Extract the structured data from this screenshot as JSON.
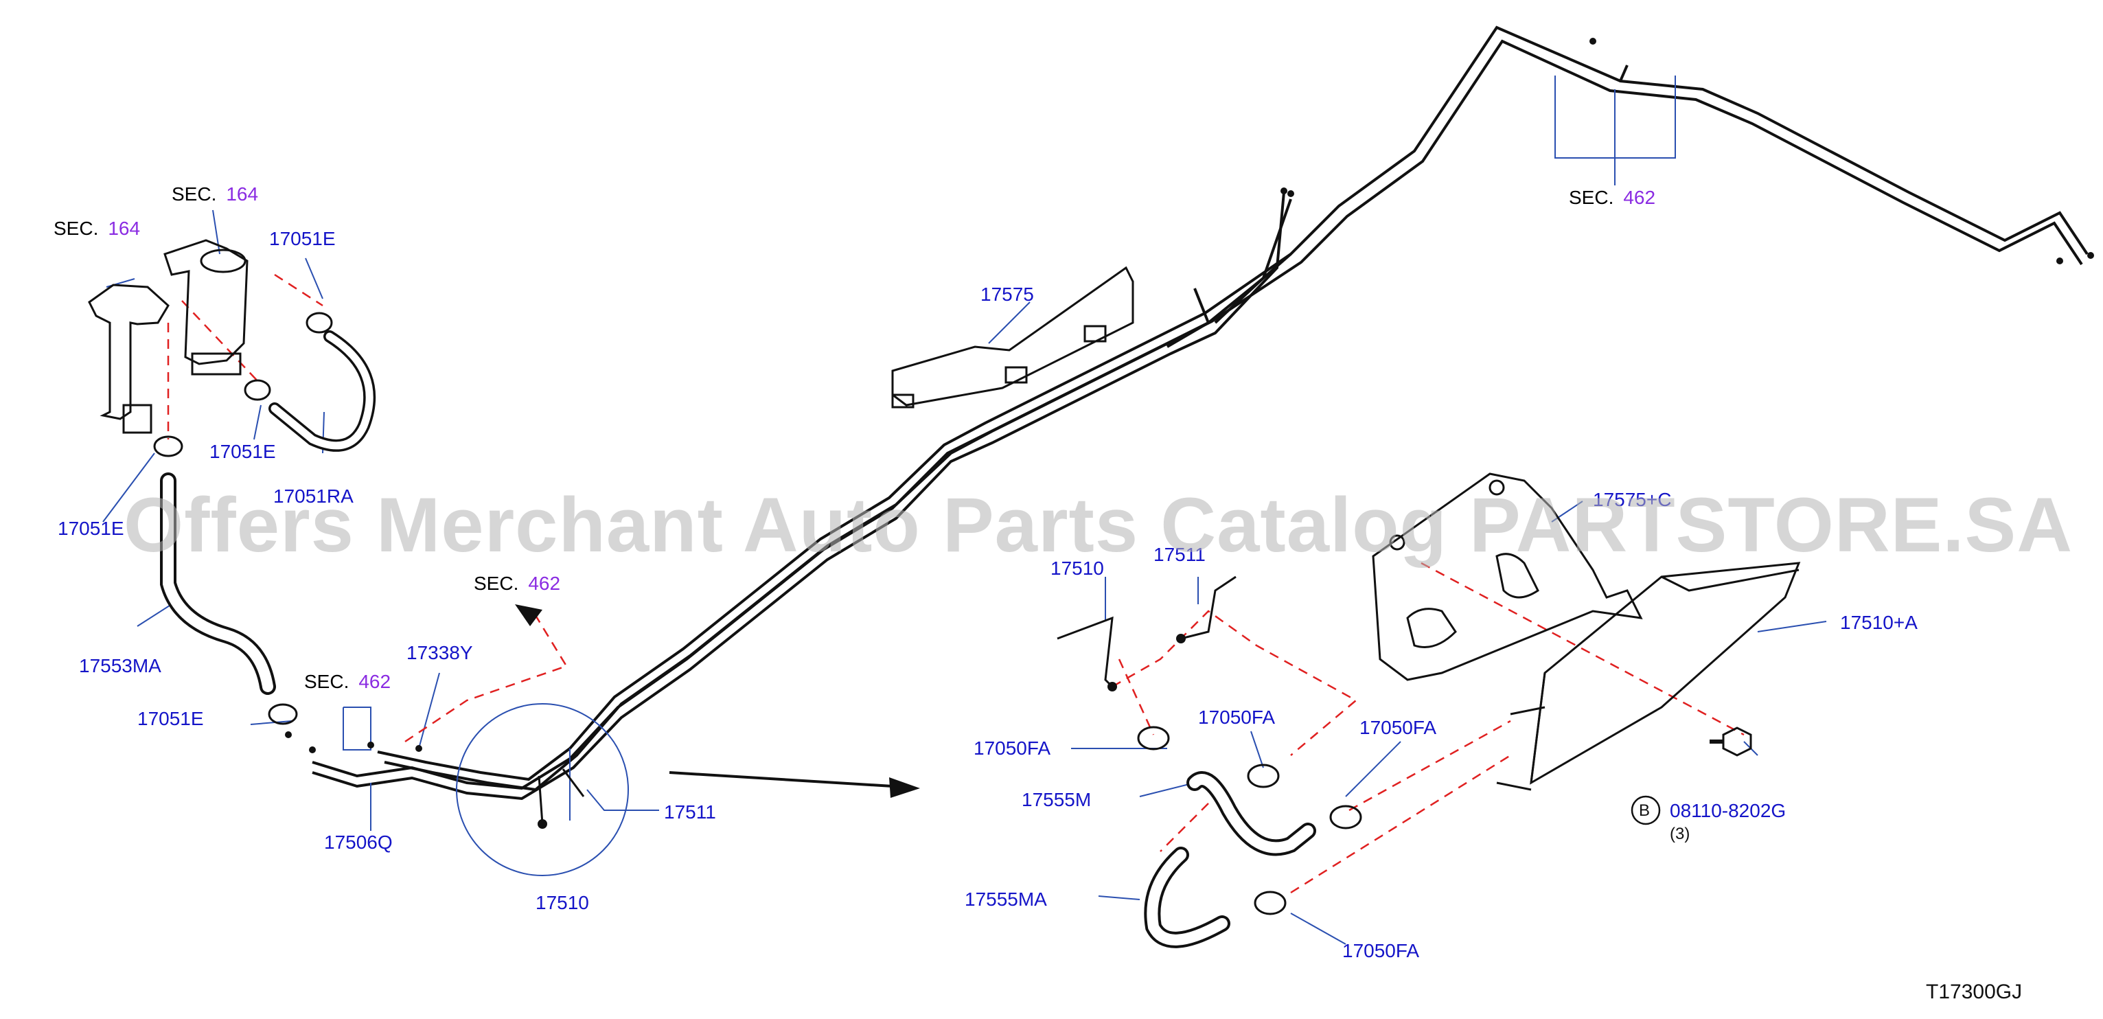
{
  "labels": {
    "sec": "SEC.",
    "sec_164": "164",
    "sec_462": "462",
    "p17051E": "17051E",
    "p17051RA": "17051RA",
    "p17553MA": "17553MA",
    "p17338Y": "17338Y",
    "p17506Q": "17506Q",
    "p17510": "17510",
    "p17511": "17511",
    "p17575": "17575",
    "p17575C": "17575+C",
    "p17510A": "17510+A",
    "p17050FA": "17050FA",
    "p17555M": "17555M",
    "p17555MA": "17555MA",
    "bolt_badge": "B",
    "bolt_part": "08110-8202G",
    "bolt_qty": "(3)"
  },
  "watermark": "Offers Merchant Auto Parts Catalog PARTSTORE.SA",
  "figure_code": "T17300GJ",
  "colors": {
    "callout": "#1414c8",
    "section_ref": "#8a2be2",
    "leader_line": "#2a4fb0",
    "dashed_line": "#e02020",
    "drawing": "#111111"
  }
}
